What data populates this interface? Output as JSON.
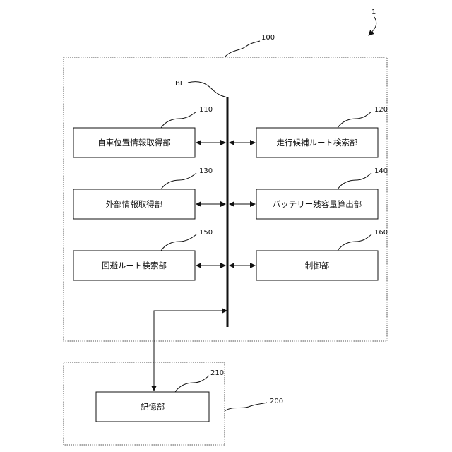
{
  "figure_ref": "1",
  "bus_label": "BL",
  "main_unit": {
    "ref": "100",
    "blocks": {
      "b110": {
        "ref": "110",
        "label": "自車位置情報取得部"
      },
      "b120": {
        "ref": "120",
        "label": "走行候補ルート検索部"
      },
      "b130": {
        "ref": "130",
        "label": "外部情報取得部"
      },
      "b140": {
        "ref": "140",
        "label": "バッテリー残容量算出部"
      },
      "b150": {
        "ref": "150",
        "label": "回避ルート検索部"
      },
      "b160": {
        "ref": "160",
        "label": "制御部"
      }
    }
  },
  "storage_unit": {
    "ref": "200",
    "block": {
      "ref": "210",
      "label": "記憶部"
    }
  }
}
